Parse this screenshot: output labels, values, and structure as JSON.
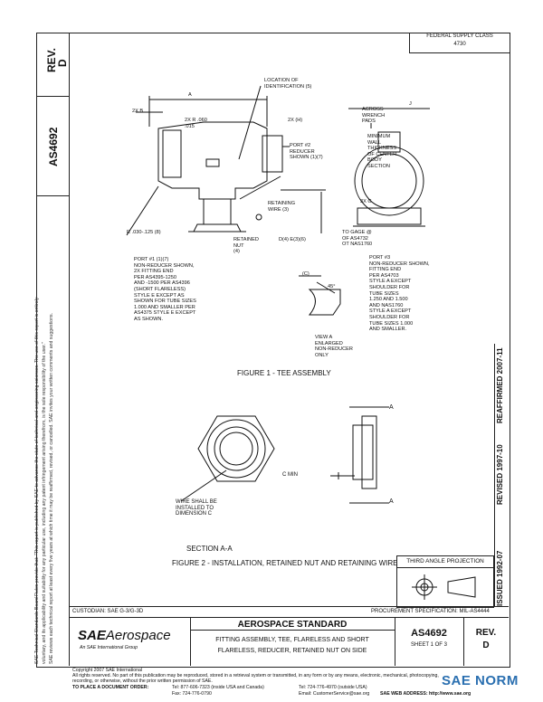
{
  "header": {
    "rev_label": "REV.",
    "rev_value": "D",
    "doc_number": "AS4692",
    "federal_supply_class": "FEDERAL SUPPLY CLASS",
    "fsc_value": "4730"
  },
  "legal_side": [
    "SAE Technical Standards Board Rules provide that: \"This report is published by SAE to advance the state of technical and engineering sciences. The use of this report is entirely",
    "voluntary, and its applicability and suitability for any particular use, including any patent infringement arising therefrom, is the sole responsibility of the user.\"",
    "SAE reviews each technical report at least every five years at which time it may be reaffirmed, revised, or cancelled. SAE invites your written comments and suggestions."
  ],
  "right_strip": {
    "issued": "ISSUED 1992-07",
    "revised": "REVISED 1997-10",
    "reaffirmed": "REAFFIRMED 2007-11"
  },
  "figure1": {
    "caption": "FIGURE 1 - TEE ASSEMBLY",
    "labels": {
      "loc_ident": "LOCATION OF\nIDENTIFICATION (5)",
      "dim_a": "A",
      "two_x_b": "2X B",
      "radius": "2X R .060\n.015",
      "two_x_h": "2X (H)",
      "port2": "PORT #2\nREDUCER\nSHOWN (1)(7)",
      "retaining_wire": "RETAINING\nWIRE (3)",
      "r_dim": "R .030-.125 (8)",
      "retained_nut": "RETAINED\nNUT\n(4)",
      "dim_d": "D(4) E(3)(6)",
      "port1": "PORT #1 (1)(7)\nNON-REDUCER SHOWN,\n2X FITTING END\nPER AS4395-1250\nAND -1500 PER AS4396\n(SHORT FLARELESS)\nSTYLE E EXCEPT AS\nSHOWN FOR TUBE SIZES\n1.000 AND SMALLER PER\nAS4375 STYLE E EXCEPT\nAS SHOWN.",
      "across_wrench": "ACROSS\nWRENCH\nPADS",
      "dim_j": "J",
      "min_wall": "MINIMUM\nWALL\nTHICKNESS\nOF CENTER\nBODY\nSECTION",
      "three_x_g": "3X G",
      "gage": "TO GAGE @\nOF AS4732\nOT NAS1760",
      "port3": "PORT #3\nNON-REDUCER SHOWN,\nFITTING END\nPER AS4703\nSTYLE A EXCEPT\nSHOULDER FOR\nTUBE SIZES\n1.250 AND 1.500\nAND NAS1760\nSTYLE A EXCEPT\nSHOULDER FOR\nTUBE SIZES 1.000\nAND SMALLER.",
      "view_a": "VIEW A\nENLARGED\nNON-REDUCER\nONLY",
      "deg45": "45°",
      "paren_c": "(C)"
    }
  },
  "figure2": {
    "caption": "FIGURE 2 - INSTALLATION, RETAINED NUT AND RETAINING WIRE",
    "labels": {
      "section_a": "A",
      "c_min": "C MIN",
      "wire_note": "WIRE SHALL BE\nINSTALLED TO\nDIMENSION C",
      "section_aa": "SECTION A-A"
    }
  },
  "projection": {
    "title": "THIRD ANGLE PROJECTION"
  },
  "title_block": {
    "custodian": "CUSTODIAN: SAE G-3/G-3D",
    "procurement": "PROCUREMENT SPECIFICATION: MIL-AS4444",
    "logo_sae": "SAE",
    "logo_aerospace": "Aerospace",
    "logo_tagline": "An SAE International Group",
    "standard": "AEROSPACE STANDARD",
    "title_line1": "FITTING ASSEMBLY, TEE, FLARELESS AND SHORT",
    "title_line2": "FLARELESS, REDUCER, RETAINED NUT ON SIDE",
    "doc_number": "AS4692",
    "sheet": "SHEET 1 OF 3",
    "rev_label": "REV.",
    "rev_value": "D"
  },
  "footer": {
    "copyright": "Copyright 2007 SAE International",
    "rights": "All rights reserved. No part of this publication may be reproduced, stored in a retrieval system or transmitted, in any form or by any means, electronic, mechanical, photocopying,",
    "rights2": "recording, or otherwise, without the prior written permission of SAE.",
    "order_label": "TO PLACE A DOCUMENT ORDER:",
    "tel1": "Tel: 877-606-7323 (inside USA and Canada)",
    "tel2": "Tel: 724-776-4970 (outside USA)",
    "fax": "Fax: 724-776-0790",
    "email": "Email: CustomerService@sae.org",
    "web": "SAE WEB ADDRESS: http://www.sae.org",
    "watermark": "SAE NORM"
  }
}
